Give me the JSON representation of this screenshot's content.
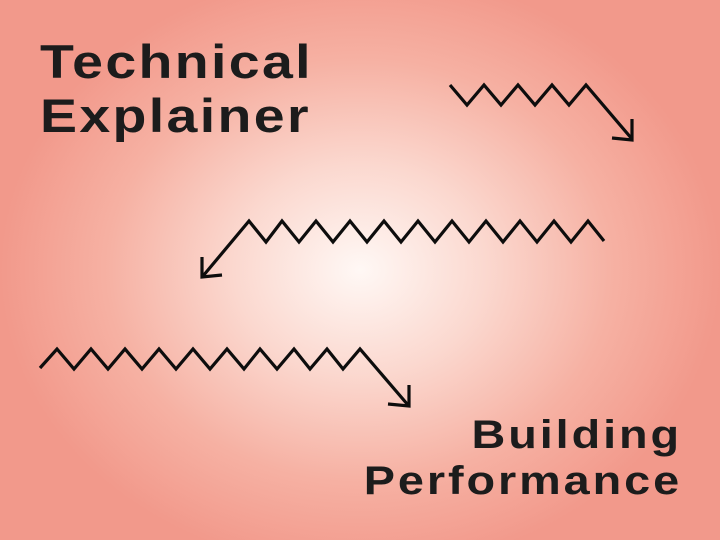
{
  "header": {
    "title_line_1": "Technical",
    "title_line_2": "Explainer"
  },
  "footer": {
    "subtitle_line_1": "Building",
    "subtitle_line_2": "Performance"
  },
  "decorations": {
    "arrows": [
      {
        "name": "zigzag-arrow-top",
        "direction": "down-right"
      },
      {
        "name": "zigzag-arrow-middle",
        "direction": "down-left"
      },
      {
        "name": "zigzag-arrow-bottom",
        "direction": "down-right"
      }
    ]
  },
  "colors": {
    "background_edge": "#f2998b",
    "background_center": "#fff8f5",
    "text": "#1c1c1c",
    "stroke": "#0d0d0d"
  }
}
